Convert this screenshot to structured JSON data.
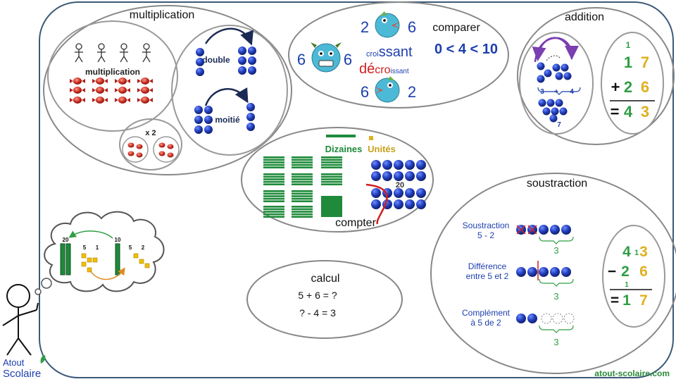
{
  "colors": {
    "frame": "#3c5a78",
    "ellipse": "#888888",
    "blue": "#1d3fae",
    "green": "#2f9e44",
    "yellow": "#e0b020",
    "red": "#d01f1f",
    "dark": "#111111",
    "monster": "#4cb9d6",
    "green_bar": "#1e8a3a"
  },
  "bubbles": {
    "multiplication": {
      "title": "multiplication",
      "panel_label": "multiplication",
      "times_two": "x 2",
      "double": "double",
      "half": "moitié"
    },
    "comparer": {
      "title": "comparer",
      "left_number": "6",
      "right_number": "6",
      "top_left": "2",
      "top_right": "6",
      "bottom_left": "6",
      "bottom_right": "2",
      "croissant_small": "croi",
      "croissant_rest": "ssant",
      "decroissant_de": "dé",
      "decroissant_cro": "cro",
      "decroissant_rest": "issant",
      "comparison": "0 < 4 < 10"
    },
    "addition": {
      "title": "addition",
      "left_group": "3",
      "plus": "+",
      "right_group": "4",
      "result": "7",
      "carry": "1",
      "row1": {
        "tens": "1",
        "units": "7"
      },
      "row2": {
        "op": "+",
        "tens": "2",
        "units": "6"
      },
      "row3": {
        "op": "=",
        "tens": "4",
        "units": "3"
      }
    },
    "compter": {
      "title": "compter",
      "tens_label": "Dizaines",
      "units_label": "Unités",
      "count_label": "20"
    },
    "soustraction": {
      "title": "soustraction",
      "line1": "Soustraction",
      "line1b": "5 - 2",
      "line2": "Différence",
      "line2b": "entre 5 et 2",
      "line3": "Complément",
      "line3b": "à 5 de 2",
      "result_label": "3",
      "col": {
        "r1_tens": "4",
        "r1_borrow": "1",
        "r1_units": "3",
        "r2_op": "−",
        "r2_tens": "2",
        "r2_units": "6",
        "carry": "1",
        "r3_op": "=",
        "r3_tens": "1",
        "r3_units": "7"
      }
    },
    "calcul": {
      "title": "calcul",
      "line1": "5 + 6 = ?",
      "line2": "? - 4 = 3"
    },
    "thought": {
      "left_bar": "20",
      "five_a": "5",
      "one": "1",
      "right_bar": "10",
      "five_b": "5",
      "two": "2"
    }
  },
  "logo": {
    "line1": "Atout",
    "line2": "Scolaire"
  },
  "site": "atout-scolaire.com"
}
